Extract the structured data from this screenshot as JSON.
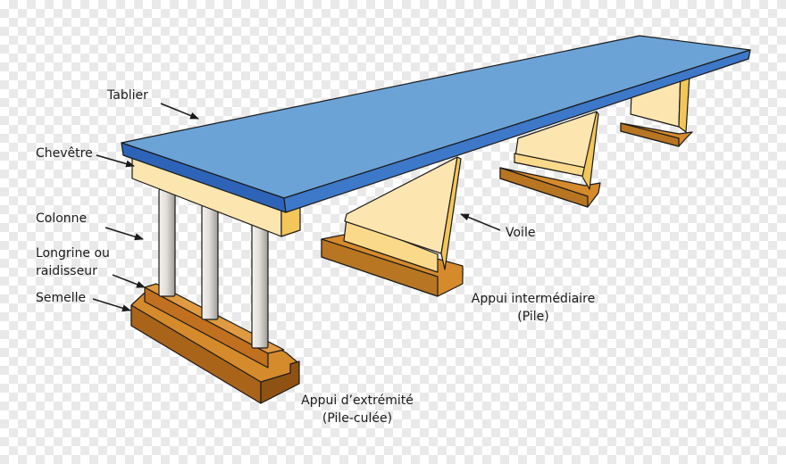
{
  "labels": {
    "tablier": "Tablier",
    "chevetre": "Chevêtre",
    "colonne": "Colonne",
    "longrine_line1": "Longrine ou",
    "longrine_line2": "raidisseur",
    "semelle": "Semelle",
    "voile": "Voile",
    "appui_intermediaire_line1": "Appui intermédiaire",
    "appui_intermediaire_line2": "(Pile)",
    "appui_extremite_line1": "Appui d’extrémité",
    "appui_extremite_line2": "(Pile-culée)"
  },
  "colors": {
    "deck_top": "#6ba3d6",
    "deck_edge": "#2e64b8",
    "concrete_light": "#fde5b0",
    "concrete_shade": "#f3c65a",
    "footing": "#d58a2c",
    "footing_dark": "#a9641a",
    "column": "#d9d6d0",
    "outline": "#1a1a1a"
  }
}
